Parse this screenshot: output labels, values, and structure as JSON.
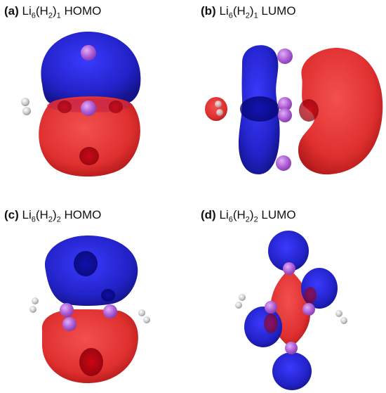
{
  "panels": [
    {
      "letter": "(a)",
      "formula_prefix": "Li",
      "sub1": "6",
      "mid": "(H",
      "sub2": "2",
      "close": ")",
      "sub3": "1",
      "orbital": "HOMO"
    },
    {
      "letter": "(b)",
      "formula_prefix": "Li",
      "sub1": "6",
      "mid": "(H",
      "sub2": "2",
      "close": ")",
      "sub3": "1",
      "orbital": "LUMO"
    },
    {
      "letter": "(c)",
      "formula_prefix": "Li",
      "sub1": "6",
      "mid": "(H",
      "sub2": "2",
      "close": ")",
      "sub3": "2",
      "orbital": "HOMO"
    },
    {
      "letter": "(d)",
      "formula_prefix": "Li",
      "sub1": "6",
      "mid": "(H",
      "sub2": "2",
      "close": ")",
      "sub3": "2",
      "orbital": "LUMO"
    }
  ],
  "colors": {
    "lobe_positive": "#e03030",
    "lobe_negative": "#2222c8",
    "lithium_atom": "#b060d8",
    "hydrogen_atom": "#c8c8c8"
  }
}
